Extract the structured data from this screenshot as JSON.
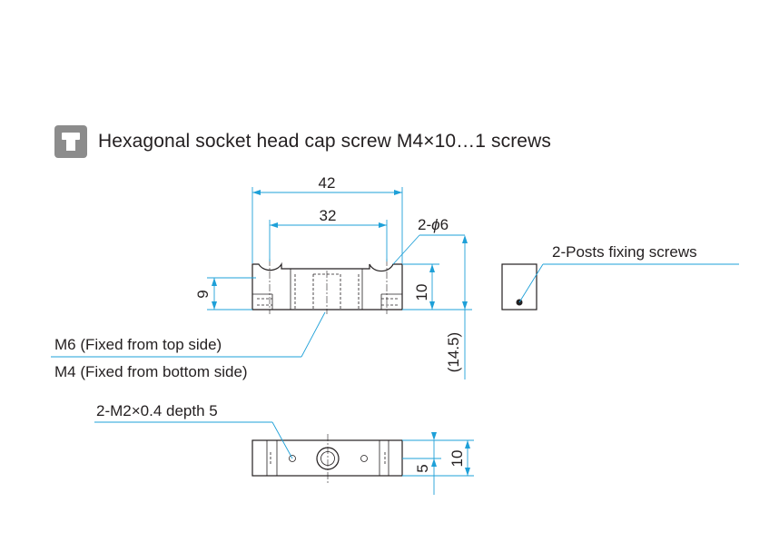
{
  "header": {
    "icon": "screw-type-icon",
    "title": "Hexagonal socket head cap screw M4×10…1 screws"
  },
  "dimensions": {
    "width_outer": "42",
    "width_inner": "32",
    "hole_prefix": "2-",
    "hole_phi": "ϕ",
    "hole_dia": "6",
    "left_height": "9",
    "right_height": "10",
    "total_height": "(14.5)",
    "bottom_depth": "5",
    "bottom_height": "10"
  },
  "labels": {
    "m6": "M6 (Fixed from top side)",
    "m4": "M4 (Fixed from bottom side)",
    "posts": "2-Posts fixing screws",
    "m2": "2-M2×0.4 depth 5"
  },
  "colors": {
    "dimension": "#1ea0d8",
    "line": "#231f20",
    "icon": "#8c8c8c"
  }
}
